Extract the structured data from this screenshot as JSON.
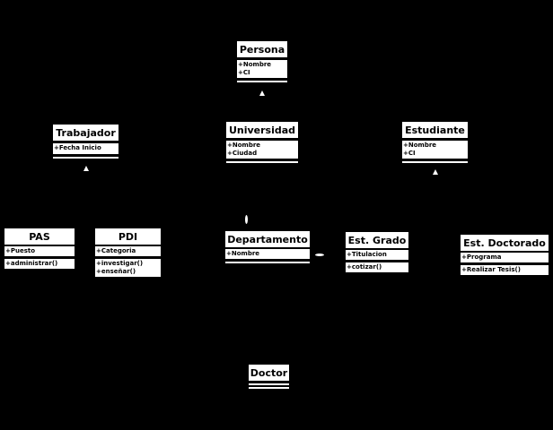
{
  "diagram": {
    "type": "uml-class-diagram",
    "background": "#000000",
    "classes": {
      "persona": {
        "name": "Persona",
        "attributes": [
          "+Nombre",
          "+CI"
        ],
        "operations": []
      },
      "trabajador": {
        "name": "Trabajador",
        "attributes": [
          "+Fecha Inicio"
        ],
        "operations": []
      },
      "universidad": {
        "name": "Universidad",
        "attributes": [
          "+Nombre",
          "+Ciudad"
        ],
        "operations": []
      },
      "estudiante": {
        "name": "Estudiante",
        "attributes": [
          "+Nombre",
          "+CI"
        ],
        "operations": []
      },
      "pas": {
        "name": "PAS",
        "attributes": [
          "+Puesto"
        ],
        "operations": [
          "+administrar()"
        ]
      },
      "pdi": {
        "name": "PDI",
        "attributes": [
          "+Categoria"
        ],
        "operations": [
          "+investigar()",
          "+enseñar()"
        ]
      },
      "departamento": {
        "name": "Departamento",
        "attributes": [
          "+Nombre"
        ],
        "operations": []
      },
      "est_grado": {
        "name": "Est. Grado",
        "attributes": [
          "+Titulacion"
        ],
        "operations": [
          "+cotizar()"
        ]
      },
      "est_doctorado": {
        "name": "Est. Doctorado",
        "attributes": [
          "+Programa"
        ],
        "operations": [
          "+Realizar Tesis()"
        ]
      },
      "doctor": {
        "name": "Doctor",
        "attributes": [],
        "operations": []
      }
    },
    "relations": [
      {
        "type": "generalization",
        "from": "Trabajador",
        "to": "Persona"
      },
      {
        "type": "generalization",
        "from": "Estudiante",
        "to": "Persona"
      },
      {
        "type": "generalization",
        "from": "PAS",
        "to": "Trabajador"
      },
      {
        "type": "generalization",
        "from": "PDI",
        "to": "Trabajador"
      },
      {
        "type": "generalization",
        "from": "Est. Grado",
        "to": "Estudiante"
      },
      {
        "type": "generalization",
        "from": "Est. Doctorado",
        "to": "Estudiante"
      },
      {
        "type": "aggregation",
        "whole": "Departamento",
        "part": "Universidad"
      },
      {
        "type": "aggregation",
        "whole": "Departamento",
        "part": "Est. Grado"
      }
    ]
  }
}
